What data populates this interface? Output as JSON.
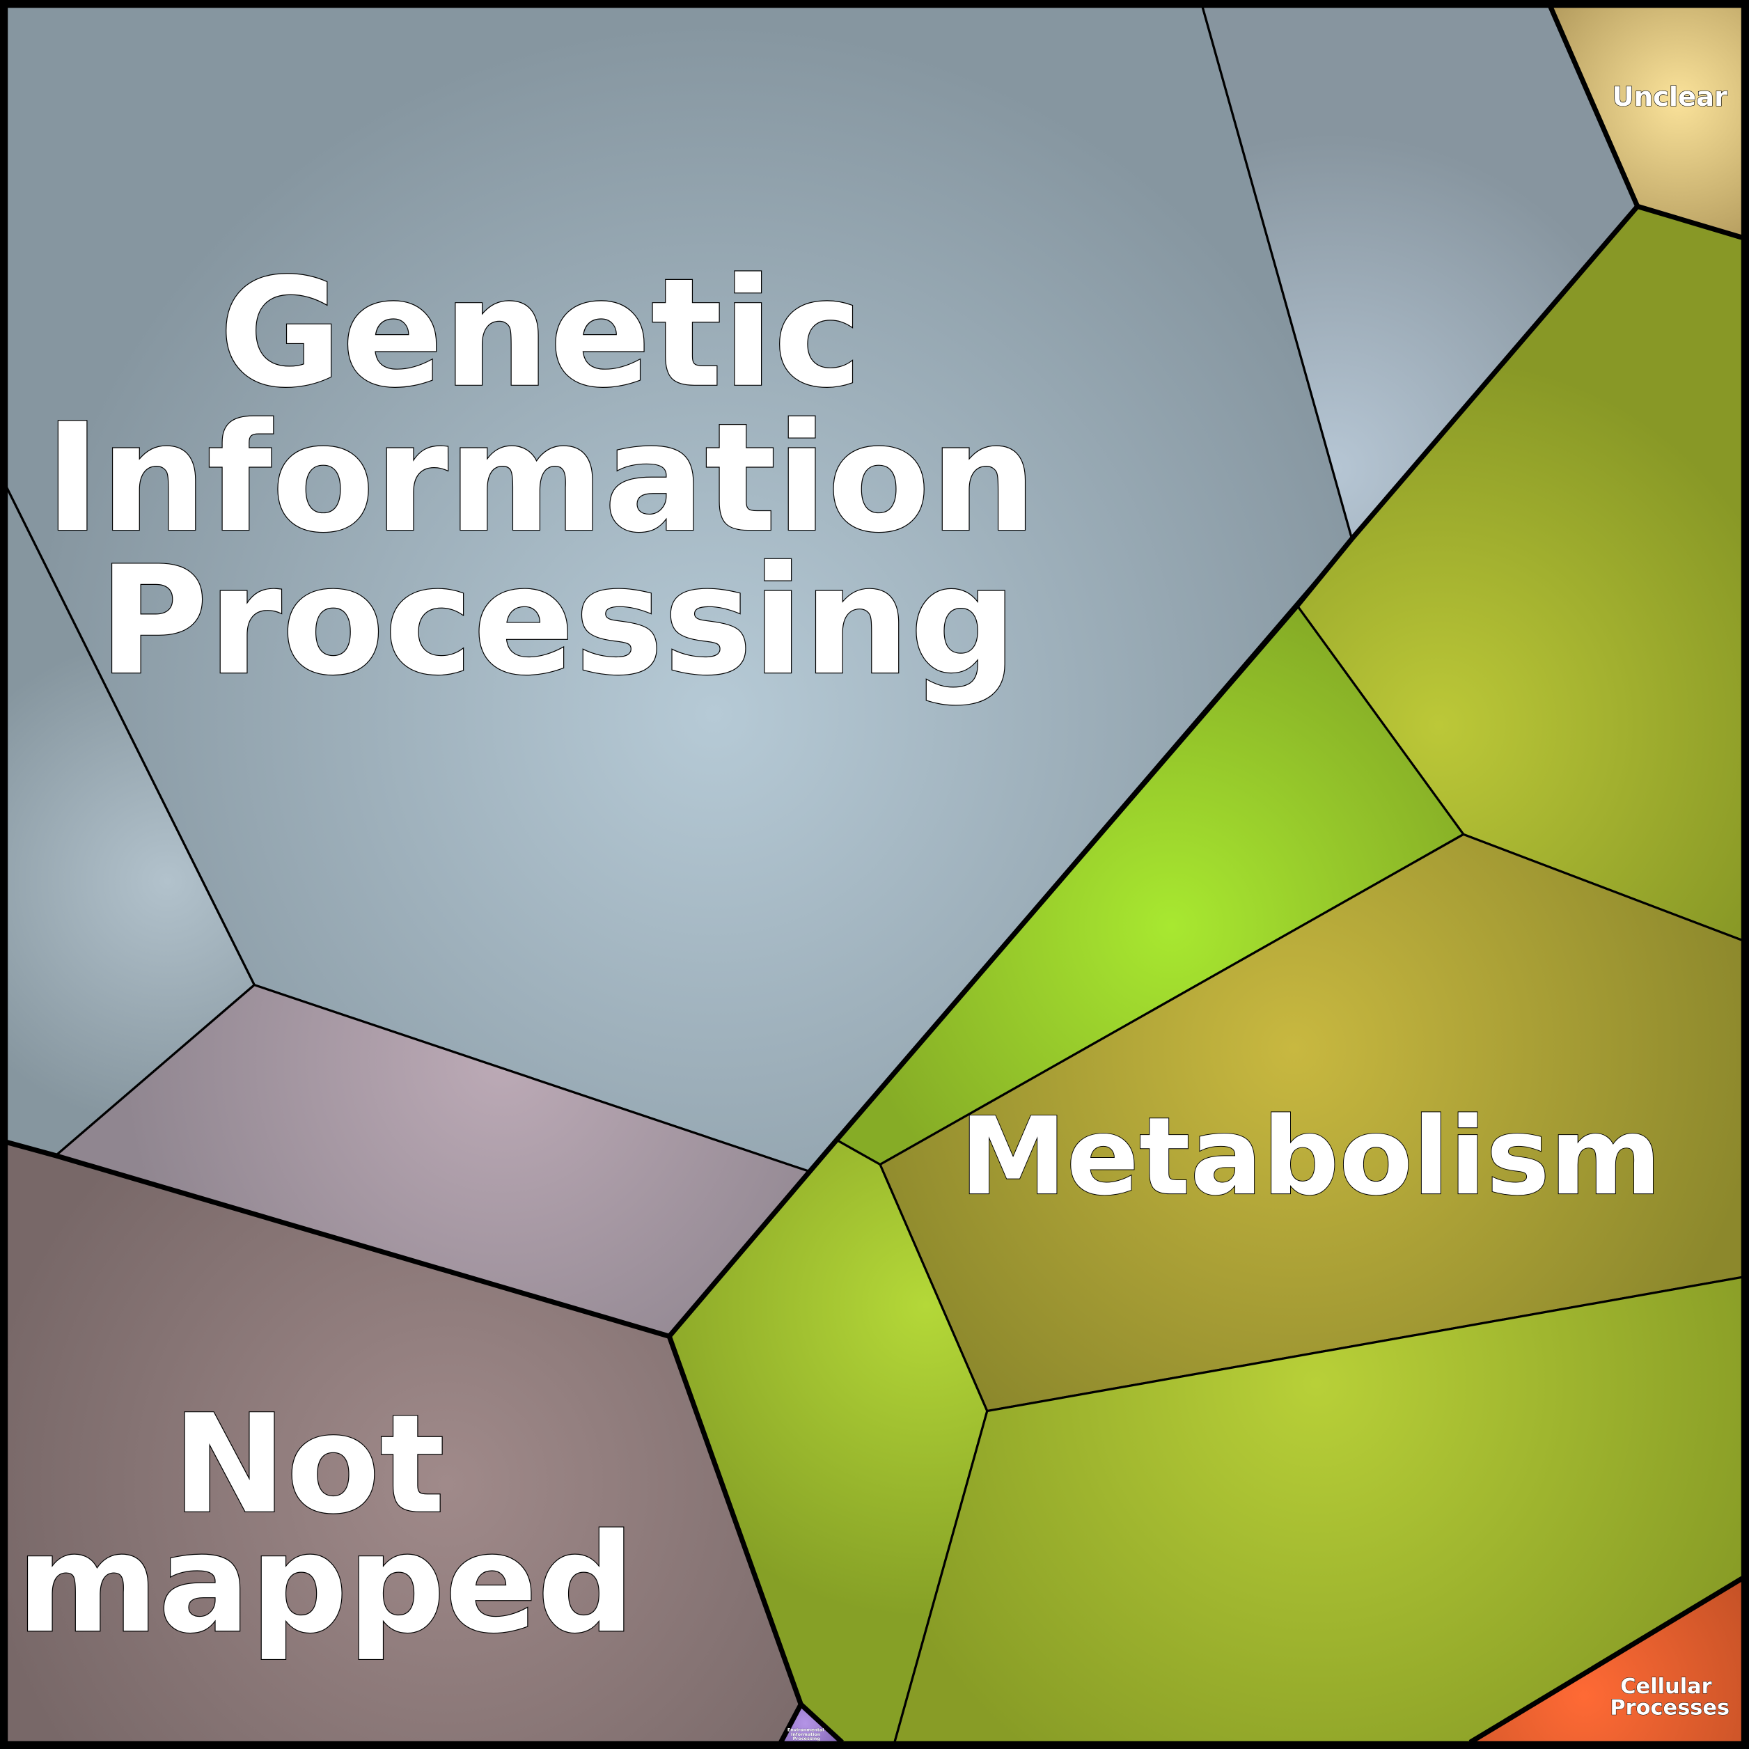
{
  "chart_data": {
    "type": "treemap",
    "layout": "voronoi",
    "title": "",
    "groups": [
      {
        "name": "Genetic Information Processing",
        "label_lines": [
          "Genetic",
          "Information",
          "Processing"
        ],
        "color": "#b4c8d4",
        "subcells": 4
      },
      {
        "name": "Metabolism",
        "label_lines": [
          "Metabolism"
        ],
        "color": "#c8b840",
        "subcells": 5
      },
      {
        "name": "Not mapped",
        "label_lines": [
          "Not",
          "mapped"
        ],
        "color": "#a08888",
        "subcells": 1
      },
      {
        "name": "Unclear",
        "label_lines": [
          "Unclear"
        ],
        "color": "#f8e098",
        "subcells": 1
      },
      {
        "name": "Cellular Processes",
        "label_lines": [
          "Cellular",
          "Processes"
        ],
        "color": "#ff6a35",
        "subcells": 1
      },
      {
        "name": "Environmental Information Processing",
        "label_lines": [
          "Environmental",
          "Information",
          "Processing"
        ],
        "color": "#b090e0",
        "subcells": 1
      }
    ]
  }
}
